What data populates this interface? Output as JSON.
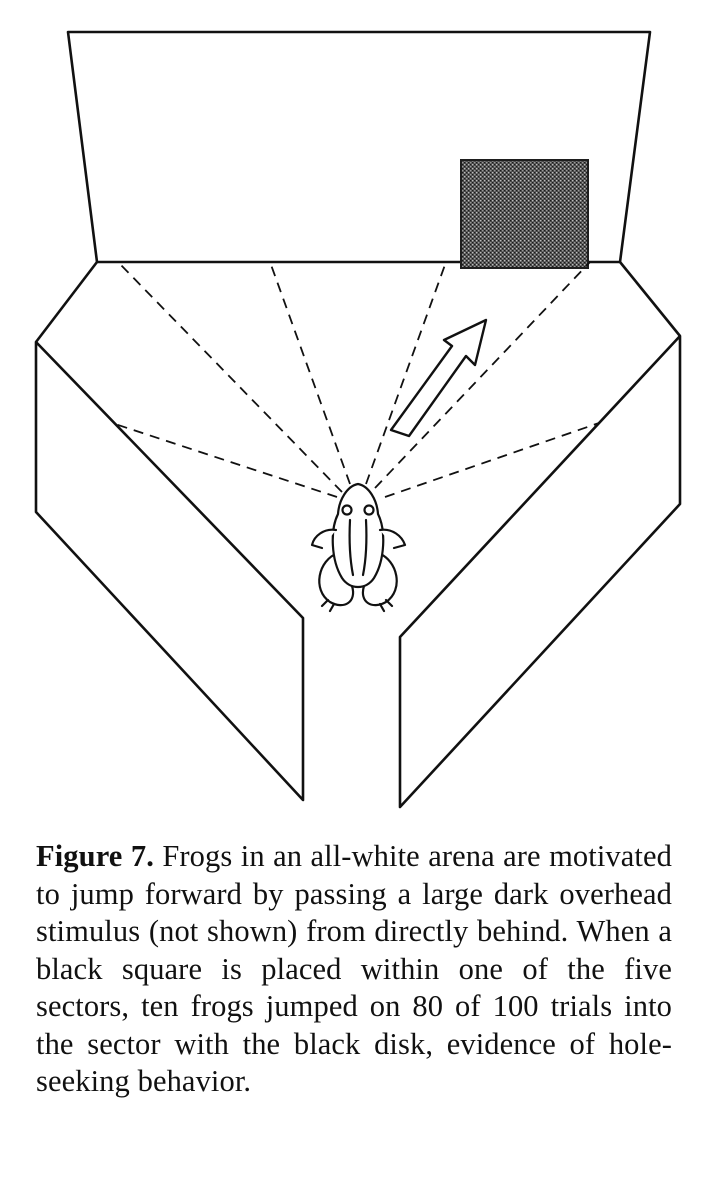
{
  "figure": {
    "label": "Figure 7.",
    "caption": "Frogs in an all-white arena are motivated to jump forward by passing a large dark overhead stimulus (not shown) from directly behind. When a black square is placed within one of the five sectors, ten frogs jumped on 80 of 100 trials into the sector with the black disk, evidence of hole-seeking behavior.",
    "sector_count": 5,
    "colors": {
      "ink": "#111111",
      "stimulus": "#2a2a2a",
      "background": "#ffffff"
    }
  }
}
